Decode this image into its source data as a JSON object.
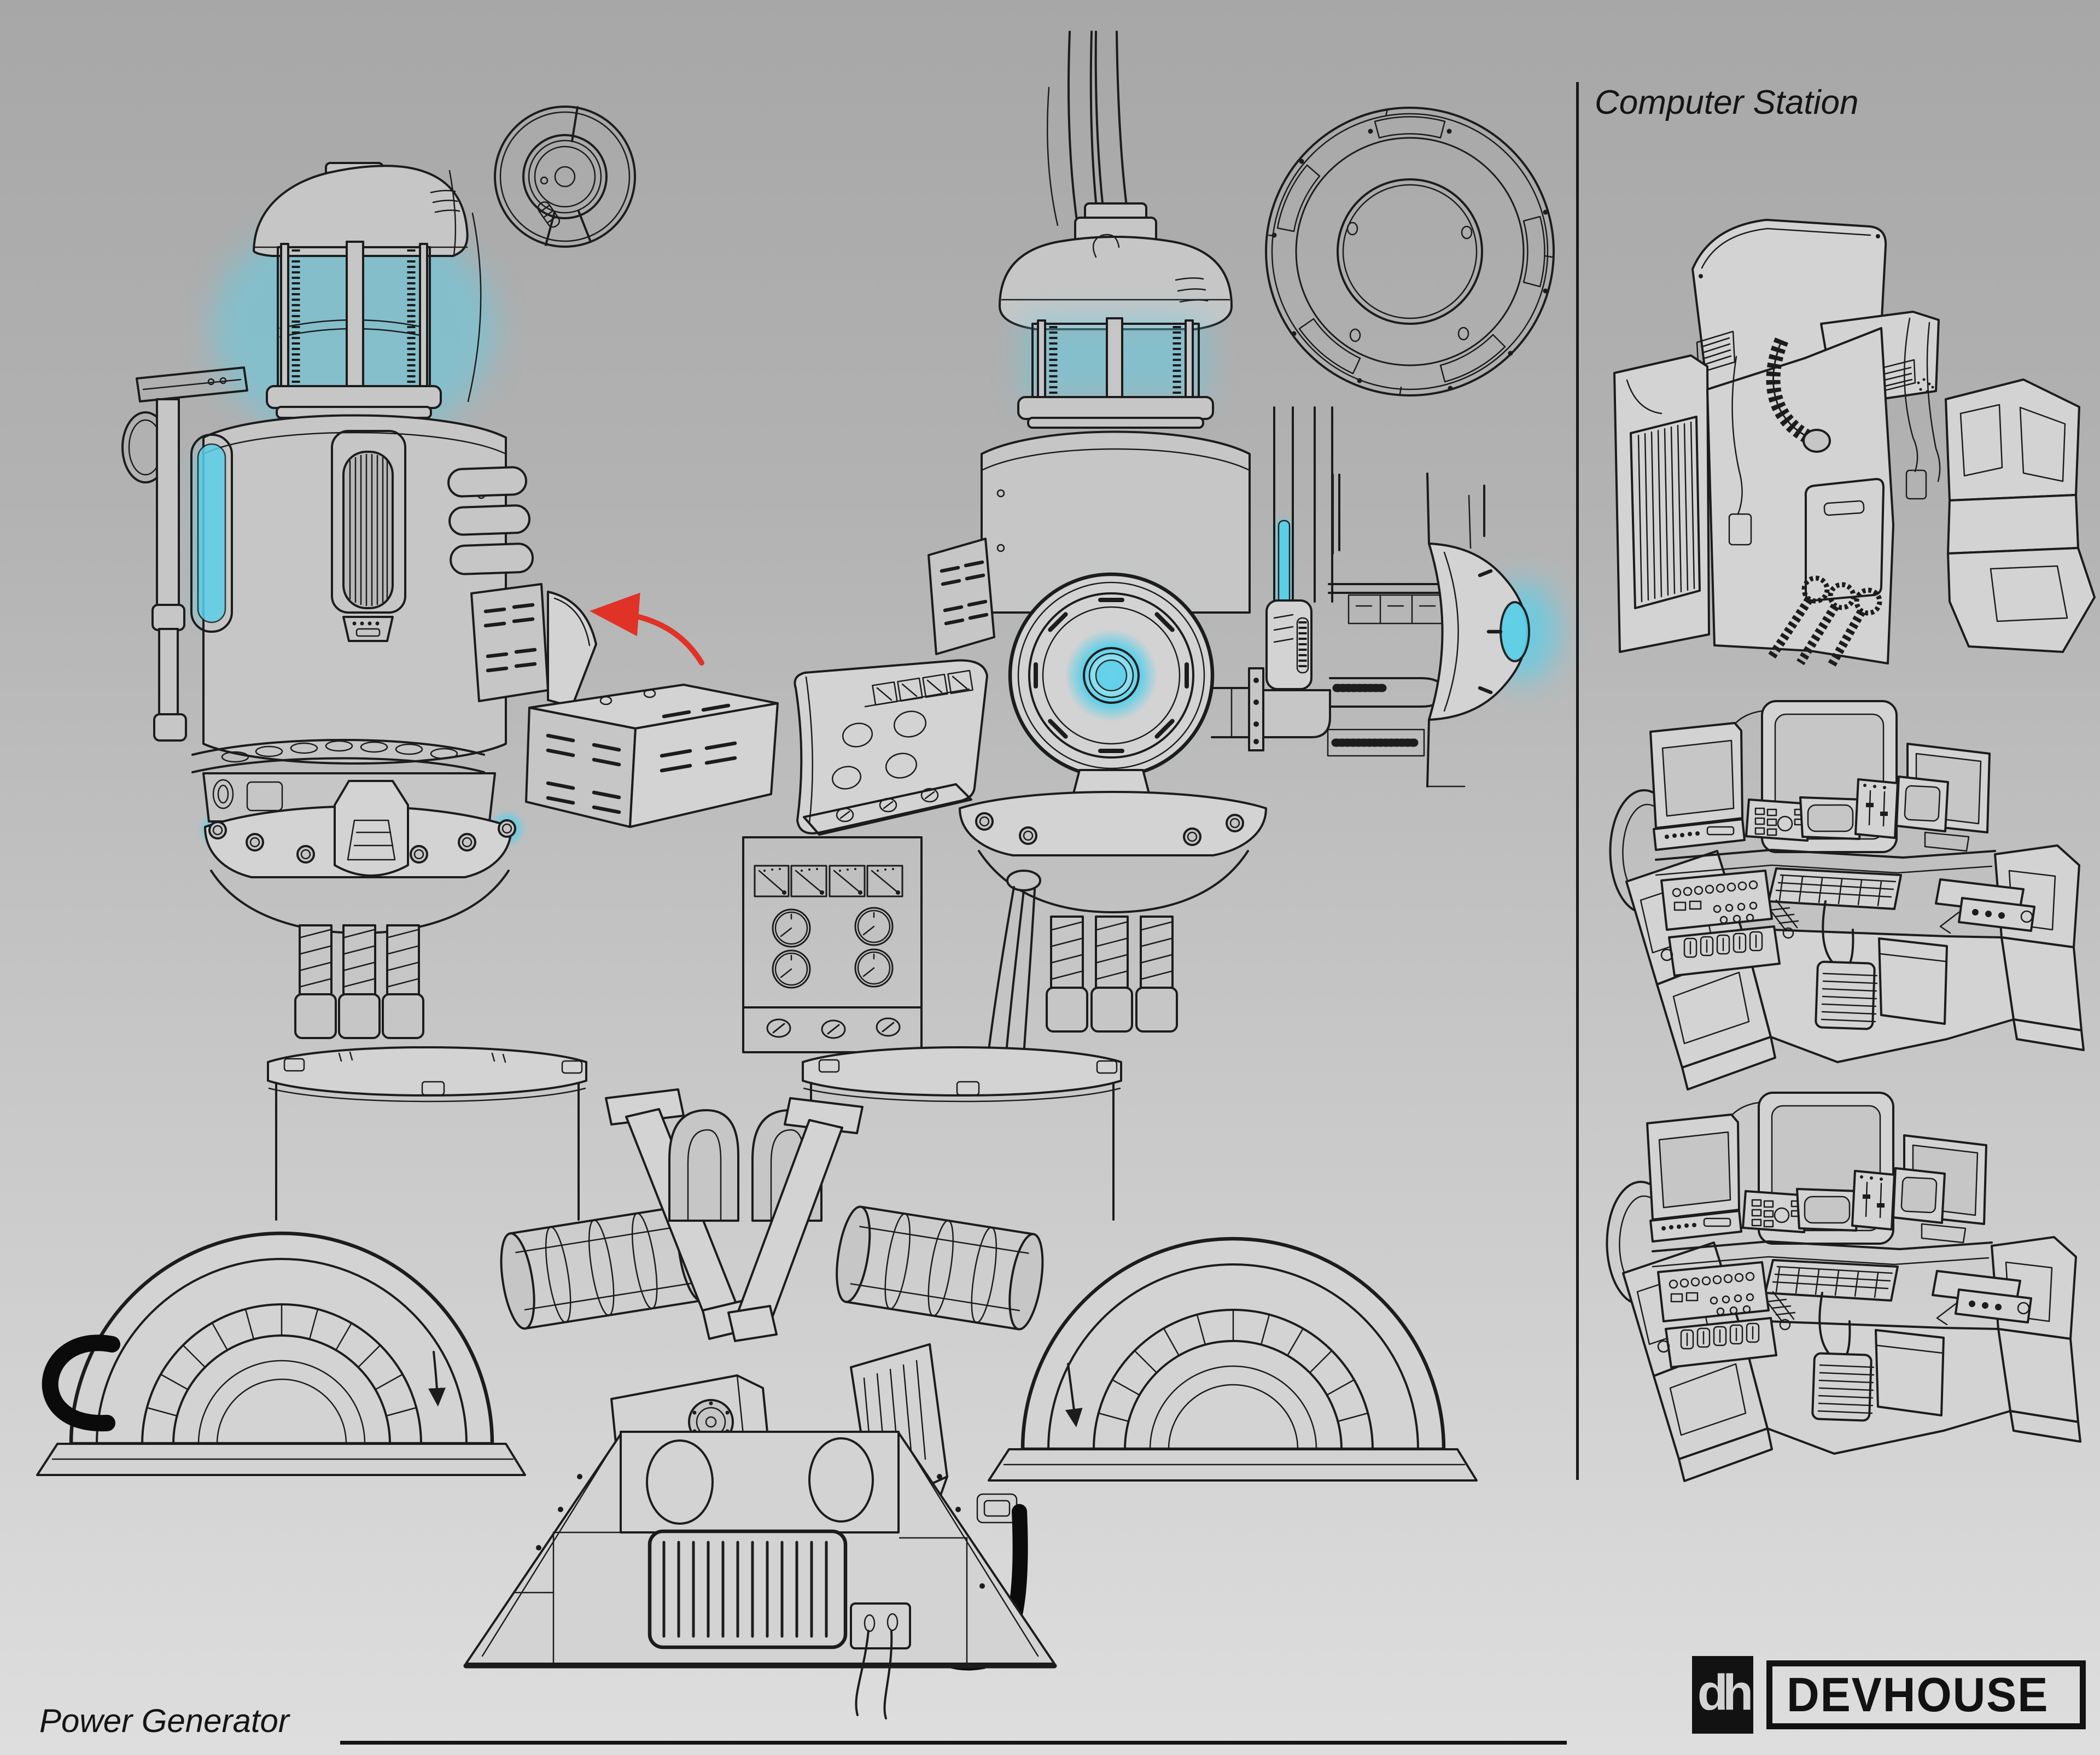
{
  "sheet": {
    "right_panel_title": "Computer Station",
    "footer_title": "Power Generator",
    "logo": {
      "monogram": "dh",
      "wordmark": "DEVHOUSE"
    }
  },
  "colors": {
    "background_top": "#a7a7a7",
    "background_bottom": "#dedede",
    "line_ink": "#1c1c1c",
    "glow_cyan": "#5bcfe8",
    "glow_cyan_pale": "#c2ecf4",
    "annotation_red": "#e03226",
    "annotation_black": "#0b0b0b"
  }
}
